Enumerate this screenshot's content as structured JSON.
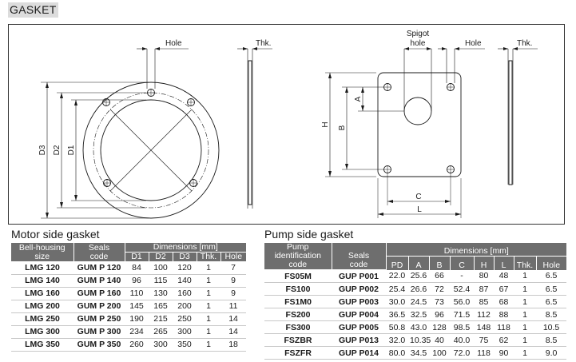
{
  "title": "GASKET",
  "drawing": {
    "motor_labels": {
      "hole": "Hole",
      "thk": "Thk.",
      "d3": "D3",
      "d2": "D2",
      "d1": "D1"
    },
    "pump_labels": {
      "spigot": "Spigot",
      "spigot_hole": "hole",
      "hole": "Hole",
      "thk": "Thk.",
      "a": "A",
      "b": "B",
      "h": "H",
      "c": "C",
      "l": "L"
    }
  },
  "motor": {
    "title": "Motor side gasket",
    "headers": {
      "size_line1": "Bell-housing",
      "size_line2": "size",
      "code_line1": "Seals",
      "code_line2": "code",
      "dimensions": "Dimensions [mm]",
      "cols": [
        "D1",
        "D2",
        "D3",
        "Thk.",
        "Hole"
      ]
    },
    "rows": [
      {
        "size": "LMG 120",
        "code": "GUM P 120",
        "d1": "84",
        "d2": "100",
        "d3": "120",
        "thk": "1",
        "hole": "7"
      },
      {
        "size": "LMG 140",
        "code": "GUM P 140",
        "d1": "96",
        "d2": "115",
        "d3": "140",
        "thk": "1",
        "hole": "9"
      },
      {
        "size": "LMG 160",
        "code": "GUM P 160",
        "d1": "110",
        "d2": "130",
        "d3": "160",
        "thk": "1",
        "hole": "9"
      },
      {
        "size": "LMG 200",
        "code": "GUM P 200",
        "d1": "145",
        "d2": "165",
        "d3": "200",
        "thk": "1",
        "hole": "11"
      },
      {
        "size": "LMG 250",
        "code": "GUM P 250",
        "d1": "190",
        "d2": "215",
        "d3": "250",
        "thk": "1",
        "hole": "14"
      },
      {
        "size": "LMG 300",
        "code": "GUM P 300",
        "d1": "234",
        "d2": "265",
        "d3": "300",
        "thk": "1",
        "hole": "14"
      },
      {
        "size": "LMG 350",
        "code": "GUM P 350",
        "d1": "260",
        "d2": "300",
        "d3": "350",
        "thk": "1",
        "hole": "18"
      }
    ]
  },
  "pump": {
    "title": "Pump side gasket",
    "headers": {
      "id_line1": "Pump identification",
      "id_line2": "code",
      "code_line1": "Seals",
      "code_line2": "code",
      "dimensions": "Dimensions [mm]",
      "cols": [
        "PD",
        "A",
        "B",
        "C",
        "H",
        "L",
        "Thk.",
        "Hole"
      ]
    },
    "rows": [
      {
        "id": "FS05M",
        "code": "GUP P001",
        "pd": "22.0",
        "a": "25.6",
        "b": "66",
        "c": "-",
        "h": "80",
        "l": "48",
        "thk": "1",
        "hole": "6.5"
      },
      {
        "id": "FS100",
        "code": "GUP P002",
        "pd": "25.4",
        "a": "26.6",
        "b": "72",
        "c": "52.4",
        "h": "87",
        "l": "67",
        "thk": "1",
        "hole": "6.5"
      },
      {
        "id": "FS1M0",
        "code": "GUP P003",
        "pd": "30.0",
        "a": "24.5",
        "b": "73",
        "c": "56.0",
        "h": "85",
        "l": "68",
        "thk": "1",
        "hole": "6.5"
      },
      {
        "id": "FS200",
        "code": "GUP P004",
        "pd": "36.5",
        "a": "32.5",
        "b": "96",
        "c": "71.5",
        "h": "112",
        "l": "88",
        "thk": "1",
        "hole": "8.5"
      },
      {
        "id": "FS300",
        "code": "GUP P005",
        "pd": "50.8",
        "a": "43.0",
        "b": "128",
        "c": "98.5",
        "h": "148",
        "l": "118",
        "thk": "1",
        "hole": "10.5"
      },
      {
        "id": "FSZBR",
        "code": "GUP P013",
        "pd": "32.0",
        "a": "10.35",
        "b": "40",
        "c": "40.0",
        "h": "75",
        "l": "62",
        "thk": "1",
        "hole": "8.5"
      },
      {
        "id": "FSZFR",
        "code": "GUP P014",
        "pd": "80.0",
        "a": "34.5",
        "b": "100",
        "c": "72.0",
        "h": "118",
        "l": "90",
        "thk": "1",
        "hole": "9.0"
      }
    ]
  }
}
